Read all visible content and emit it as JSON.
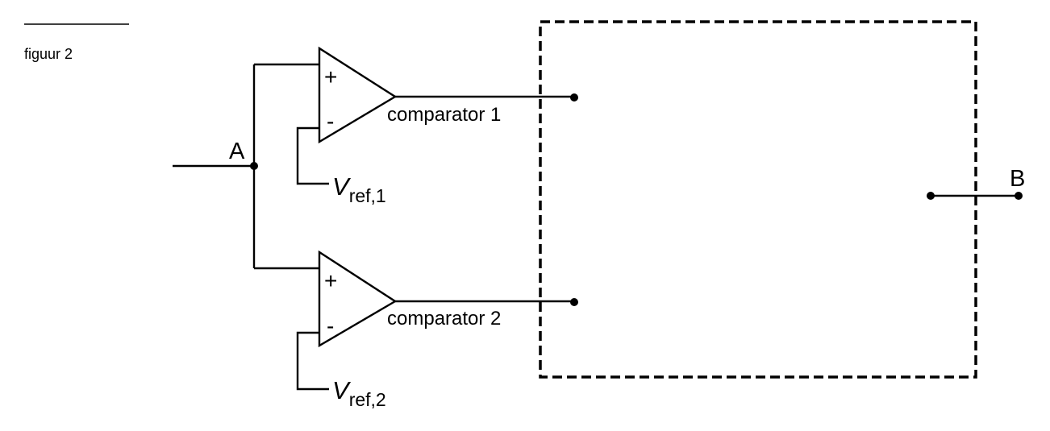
{
  "figure": {
    "caption": "figuur 2"
  },
  "nodes": {
    "input": "A",
    "output": "B"
  },
  "comparators": [
    {
      "label": "comparator 1",
      "plus": "+",
      "minus": "-",
      "vref_symbol": "V",
      "vref_sub": "ref,1"
    },
    {
      "label": "comparator 2",
      "plus": "+",
      "minus": "-",
      "vref_symbol": "V",
      "vref_sub": "ref,2"
    }
  ],
  "colors": {
    "line": "#000000",
    "background": "#ffffff"
  }
}
